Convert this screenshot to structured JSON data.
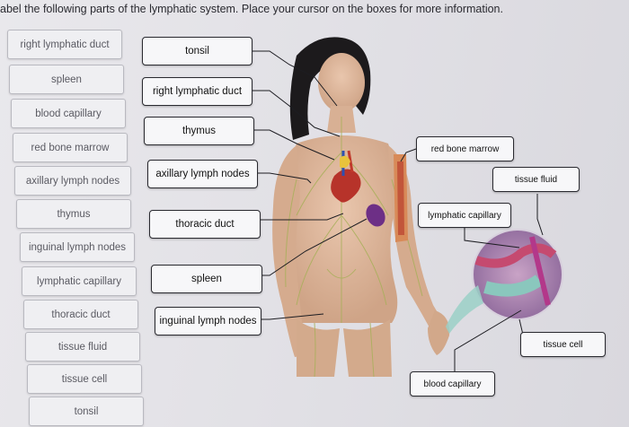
{
  "instruction": "abel the following parts of the lymphatic system. Place your cursor on the boxes for more information.",
  "word_bank": [
    "right lymphatic duct",
    "spleen",
    "blood capillary",
    "red bone marrow",
    "axillary lymph nodes",
    "thymus",
    "inguinal lymph nodes",
    "lymphatic capillary",
    "thoracic duct",
    "tissue fluid",
    "tissue cell",
    "tonsil"
  ],
  "labels": {
    "tonsil": "tonsil",
    "right_lymphatic_duct": "right lymphatic duct",
    "thymus": "thymus",
    "axillary_lymph_nodes": "axillary lymph nodes",
    "thoracic_duct": "thoracic duct",
    "spleen": "spleen",
    "inguinal_lymph_nodes": "inguinal lymph nodes",
    "red_bone_marrow": "red bone marrow",
    "tissue_fluid": "tissue fluid",
    "lymphatic_capillary": "lymphatic capillary",
    "tissue_cell": "tissue cell",
    "blood_capillary": "blood capillary"
  }
}
